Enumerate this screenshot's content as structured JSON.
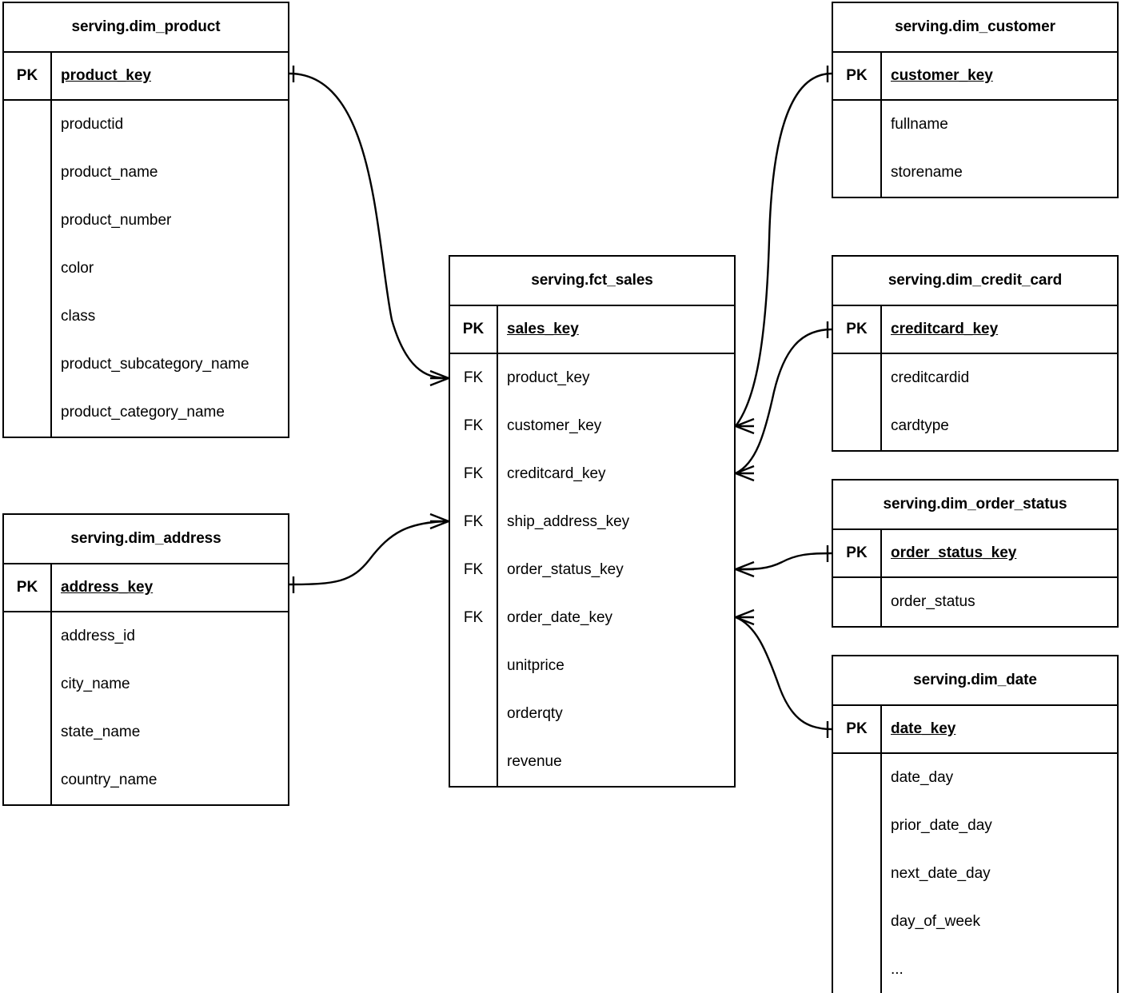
{
  "diagram": {
    "type": "entity-relationship-diagram",
    "notation": "crows-foot",
    "background_color": "#ffffff",
    "line_color": "#000000",
    "key_labels": {
      "pk": "PK",
      "fk": "FK",
      "none": ""
    }
  },
  "entities": [
    {
      "id": "dim_product",
      "title": "serving.dim_product",
      "columns": [
        {
          "key": "PK",
          "name": "product_key",
          "primary": true
        },
        {
          "key": "",
          "name": "productid",
          "primary": false
        },
        {
          "key": "",
          "name": "product_name",
          "primary": false
        },
        {
          "key": "",
          "name": "product_number",
          "primary": false
        },
        {
          "key": "",
          "name": "color",
          "primary": false
        },
        {
          "key": "",
          "name": "class",
          "primary": false
        },
        {
          "key": "",
          "name": "product_subcategory_name",
          "primary": false
        },
        {
          "key": "",
          "name": "product_category_name",
          "primary": false
        }
      ]
    },
    {
      "id": "dim_address",
      "title": "serving.dim_address",
      "columns": [
        {
          "key": "PK",
          "name": "address_key",
          "primary": true
        },
        {
          "key": "",
          "name": "address_id",
          "primary": false
        },
        {
          "key": "",
          "name": "city_name",
          "primary": false
        },
        {
          "key": "",
          "name": "state_name",
          "primary": false
        },
        {
          "key": "",
          "name": "country_name",
          "primary": false
        }
      ]
    },
    {
      "id": "fct_sales",
      "title": "serving.fct_sales",
      "columns": [
        {
          "key": "PK",
          "name": "sales_key",
          "primary": true
        },
        {
          "key": "FK",
          "name": "product_key",
          "primary": false
        },
        {
          "key": "FK",
          "name": "customer_key",
          "primary": false
        },
        {
          "key": "FK",
          "name": "creditcard_key",
          "primary": false
        },
        {
          "key": "FK",
          "name": "ship_address_key",
          "primary": false
        },
        {
          "key": "FK",
          "name": "order_status_key",
          "primary": false
        },
        {
          "key": "FK",
          "name": "order_date_key",
          "primary": false
        },
        {
          "key": "",
          "name": "unitprice",
          "primary": false
        },
        {
          "key": "",
          "name": "orderqty",
          "primary": false
        },
        {
          "key": "",
          "name": "revenue",
          "primary": false
        }
      ]
    },
    {
      "id": "dim_customer",
      "title": "serving.dim_customer",
      "columns": [
        {
          "key": "PK",
          "name": "customer_key",
          "primary": true
        },
        {
          "key": "",
          "name": "fullname",
          "primary": false
        },
        {
          "key": "",
          "name": "storename",
          "primary": false
        }
      ]
    },
    {
      "id": "dim_credit_card",
      "title": "serving.dim_credit_card",
      "columns": [
        {
          "key": "PK",
          "name": "creditcard_key",
          "primary": true
        },
        {
          "key": "",
          "name": "creditcardid",
          "primary": false
        },
        {
          "key": "",
          "name": "cardtype",
          "primary": false
        }
      ]
    },
    {
      "id": "dim_order_status",
      "title": "serving.dim_order_status",
      "columns": [
        {
          "key": "PK",
          "name": "order_status_key",
          "primary": true
        },
        {
          "key": "",
          "name": "order_status",
          "primary": false
        }
      ]
    },
    {
      "id": "dim_date",
      "title": "serving.dim_date",
      "columns": [
        {
          "key": "PK",
          "name": "date_key",
          "primary": true
        },
        {
          "key": "",
          "name": "date_day",
          "primary": false
        },
        {
          "key": "",
          "name": "prior_date_day",
          "primary": false
        },
        {
          "key": "",
          "name": "next_date_day",
          "primary": false
        },
        {
          "key": "",
          "name": "day_of_week",
          "primary": false
        },
        {
          "key": "",
          "name": "...",
          "primary": false
        }
      ]
    }
  ],
  "relationships": [
    {
      "id": "rel-product-sales",
      "from": "dim_product.product_key",
      "to": "fct_sales.product_key",
      "from_cardinality": "one",
      "to_cardinality": "many"
    },
    {
      "id": "rel-address-sales",
      "from": "dim_address.address_key",
      "to": "fct_sales.ship_address_key",
      "from_cardinality": "one",
      "to_cardinality": "many"
    },
    {
      "id": "rel-customer-sales",
      "from": "dim_customer.customer_key",
      "to": "fct_sales.customer_key",
      "from_cardinality": "one",
      "to_cardinality": "many"
    },
    {
      "id": "rel-credit-sales",
      "from": "dim_credit_card.creditcard_key",
      "to": "fct_sales.creditcard_key",
      "from_cardinality": "one",
      "to_cardinality": "many"
    },
    {
      "id": "rel-status-sales",
      "from": "dim_order_status.order_status_key",
      "to": "fct_sales.order_status_key",
      "from_cardinality": "one",
      "to_cardinality": "many"
    },
    {
      "id": "rel-date-sales",
      "from": "dim_date.date_key",
      "to": "fct_sales.order_date_key",
      "from_cardinality": "one",
      "to_cardinality": "many"
    }
  ]
}
